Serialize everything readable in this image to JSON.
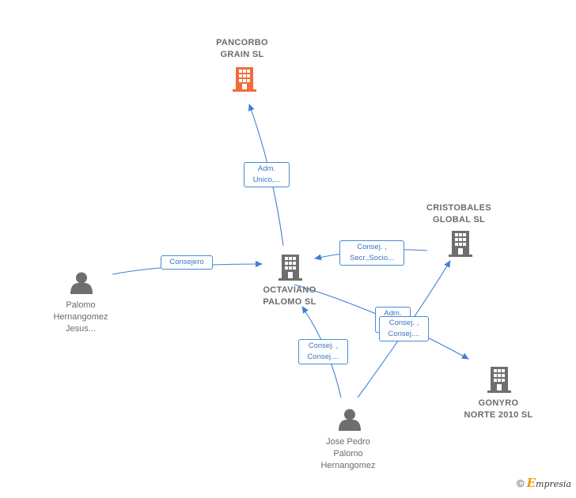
{
  "nodes": {
    "pancorbo": {
      "type": "company",
      "label": "PANCORBO\nGRAIN  SL",
      "color": "#f26b3a"
    },
    "octaviano": {
      "type": "company",
      "label": "OCTAVIANO\nPALOMO  SL",
      "color": "#6e6e6e"
    },
    "cristobales": {
      "type": "company",
      "label": "CRISTOBALES\nGLOBAL  SL",
      "color": "#6e6e6e"
    },
    "gonyro": {
      "type": "company",
      "label": "GONYRO\nNORTE 2010 SL",
      "color": "#6e6e6e"
    },
    "palomo": {
      "type": "person",
      "label": "Palomo\nHernangomez\nJesus...",
      "color": "#6e6e6e"
    },
    "jose": {
      "type": "person",
      "label": "Jose Pedro\nPalomo\nHernangomez",
      "color": "#6e6e6e"
    }
  },
  "edges": {
    "e1": {
      "label": "Adm.\nUnico,..."
    },
    "e2": {
      "label": "Consejero"
    },
    "e3": {
      "label": "Consej. ,\nSecr.,Socio..."
    },
    "e4": {
      "label": "Adm.\nMancom..."
    },
    "e5": {
      "label": "Consej. ,\nConsej...."
    },
    "e6": {
      "label": "Consej. ,\nConsej...."
    }
  },
  "colors": {
    "edge": "#3f7fd6",
    "label_border": "#4a8ad8"
  },
  "footer": {
    "copyright": "©",
    "brand_e": "E",
    "brand_rest": "mpresia"
  }
}
